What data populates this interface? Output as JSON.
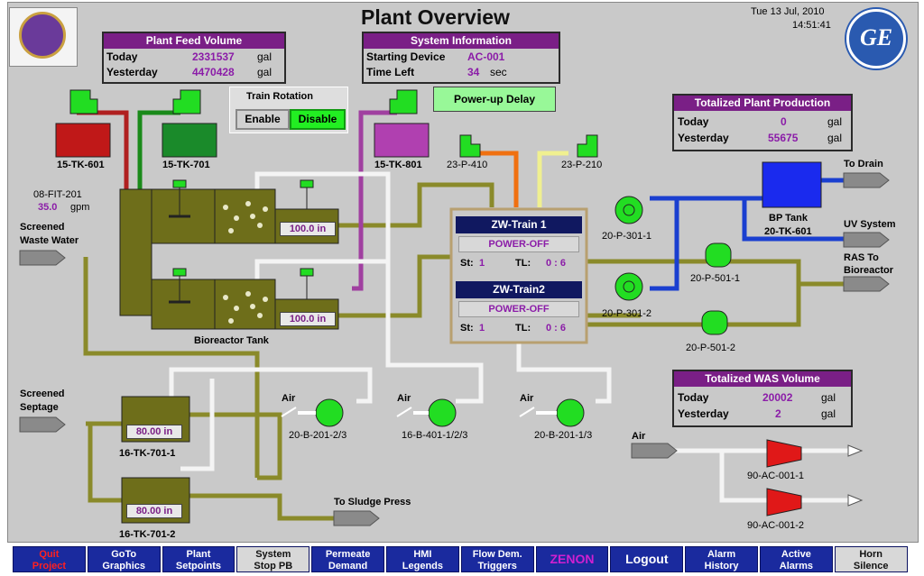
{
  "header": {
    "title": "Plant Overview",
    "date": "Tue 13 Jul, 2010",
    "time": "14:51:41",
    "logo_text": "GE"
  },
  "plant_feed": {
    "title": "Plant Feed Volume",
    "rows": [
      {
        "label": "Today",
        "value": "2331537",
        "unit": "gal"
      },
      {
        "label": "Yesterday",
        "value": "4470428",
        "unit": "gal"
      }
    ]
  },
  "system_info": {
    "title": "System Information",
    "rows": [
      {
        "label": "Starting Device",
        "value": "AC-001",
        "unit": ""
      },
      {
        "label": "Time Left",
        "value": "34",
        "unit": "sec"
      }
    ]
  },
  "train_rotation": {
    "title": "Train Rotation",
    "enable": "Enable",
    "disable": "Disable"
  },
  "power_up": "Power-up Delay",
  "totalized_production": {
    "title": "Totalized Plant Production",
    "rows": [
      {
        "label": "Today",
        "value": "0",
        "unit": "gal"
      },
      {
        "label": "Yesterday",
        "value": "55675",
        "unit": "gal"
      }
    ]
  },
  "totalized_was": {
    "title": "Totalized WAS Volume",
    "rows": [
      {
        "label": "Today",
        "value": "20002",
        "unit": "gal"
      },
      {
        "label": "Yesterday",
        "value": "2",
        "unit": "gal"
      }
    ]
  },
  "tanks": {
    "tk601": "15-TK-601",
    "tk701": "15-TK-701",
    "tk801": "15-TK-801",
    "p410": "23-P-410",
    "p210": "23-P-210",
    "bp_tank_1": "BP Tank",
    "bp_tank_2": "20-TK-601",
    "bioreactor": "Bioreactor Tank",
    "tk7011": "16-TK-701-1",
    "tk7012": "16-TK-701-2"
  },
  "flow": {
    "meter": "08-FIT-201",
    "value": "35.0",
    "unit": "gpm"
  },
  "levels": {
    "bio1": "100.0 in",
    "bio2": "100.0 in",
    "tk7011": "80.00 in",
    "tk7012": "80.00 in"
  },
  "trains": [
    {
      "name": "ZW-Train 1",
      "status": "POWER-OFF",
      "st_label": "St:",
      "st": "1",
      "tl_label": "TL:",
      "tl": "0 : 6"
    },
    {
      "name": "ZW-Train2",
      "status": "POWER-OFF",
      "st_label": "St:",
      "st": "1",
      "tl_label": "TL:",
      "tl": "0 : 6"
    }
  ],
  "equipment": {
    "p3011": "20-P-301-1",
    "p3012": "20-P-301-2",
    "p5011": "20-P-501-1",
    "p5012": "20-P-501-2",
    "b2012": "20-B-201-2/3",
    "b4011": "16-B-401-1/2/3",
    "b2011": "20-B-201-1/3",
    "ac1": "90-AC-001-1",
    "ac2": "90-AC-001-2",
    "air": "Air"
  },
  "streams": {
    "screened_ww_1": "Screened",
    "screened_ww_2": "Waste Water",
    "screened_sep_1": "Screened",
    "screened_sep_2": "Septage",
    "to_drain": "To Drain",
    "uv": "UV System",
    "ras_1": "RAS To",
    "ras_2": "Bioreactor",
    "sludge": "To Sludge Press"
  },
  "nav": [
    {
      "l1": "Quit",
      "l2": "Project",
      "color": "#ff2020",
      "bg": "#1a2a9e"
    },
    {
      "l1": "GoTo",
      "l2": "Graphics",
      "color": "#ffffff",
      "bg": "#1a2a9e"
    },
    {
      "l1": "Plant",
      "l2": "Setpoints",
      "color": "#ffffff",
      "bg": "#1a2a9e"
    },
    {
      "l1": "System",
      "l2": "Stop PB",
      "color": "#111111",
      "bg": "#d8d8d8"
    },
    {
      "l1": "Permeate",
      "l2": "Demand",
      "color": "#ffffff",
      "bg": "#1a2a9e"
    },
    {
      "l1": "HMI",
      "l2": "Legends",
      "color": "#ffffff",
      "bg": "#1a2a9e"
    },
    {
      "l1": "Flow Dem.",
      "l2": "Triggers",
      "color": "#ffffff",
      "bg": "#1a2a9e"
    },
    {
      "l1": "ZENON",
      "l2": "",
      "color": "#d020d0",
      "bg": "#1a2a9e"
    },
    {
      "l1": "Logout",
      "l2": "",
      "color": "#ffffff",
      "bg": "#1a2a9e"
    },
    {
      "l1": "Alarm",
      "l2": "History",
      "color": "#ffffff",
      "bg": "#1a2a9e"
    },
    {
      "l1": "Active",
      "l2": "Alarms",
      "color": "#ffffff",
      "bg": "#1a2a9e"
    },
    {
      "l1": "Horn",
      "l2": "Silence",
      "color": "#111111",
      "bg": "#d8d8d8"
    }
  ],
  "colors": {
    "sludge_pipe": "#8a8a2a",
    "water_pipe": "#1a3fd0",
    "air_pipe": "#f2f2f2",
    "equipment_green": "#22dd22",
    "header_purple": "#7a1f86"
  }
}
